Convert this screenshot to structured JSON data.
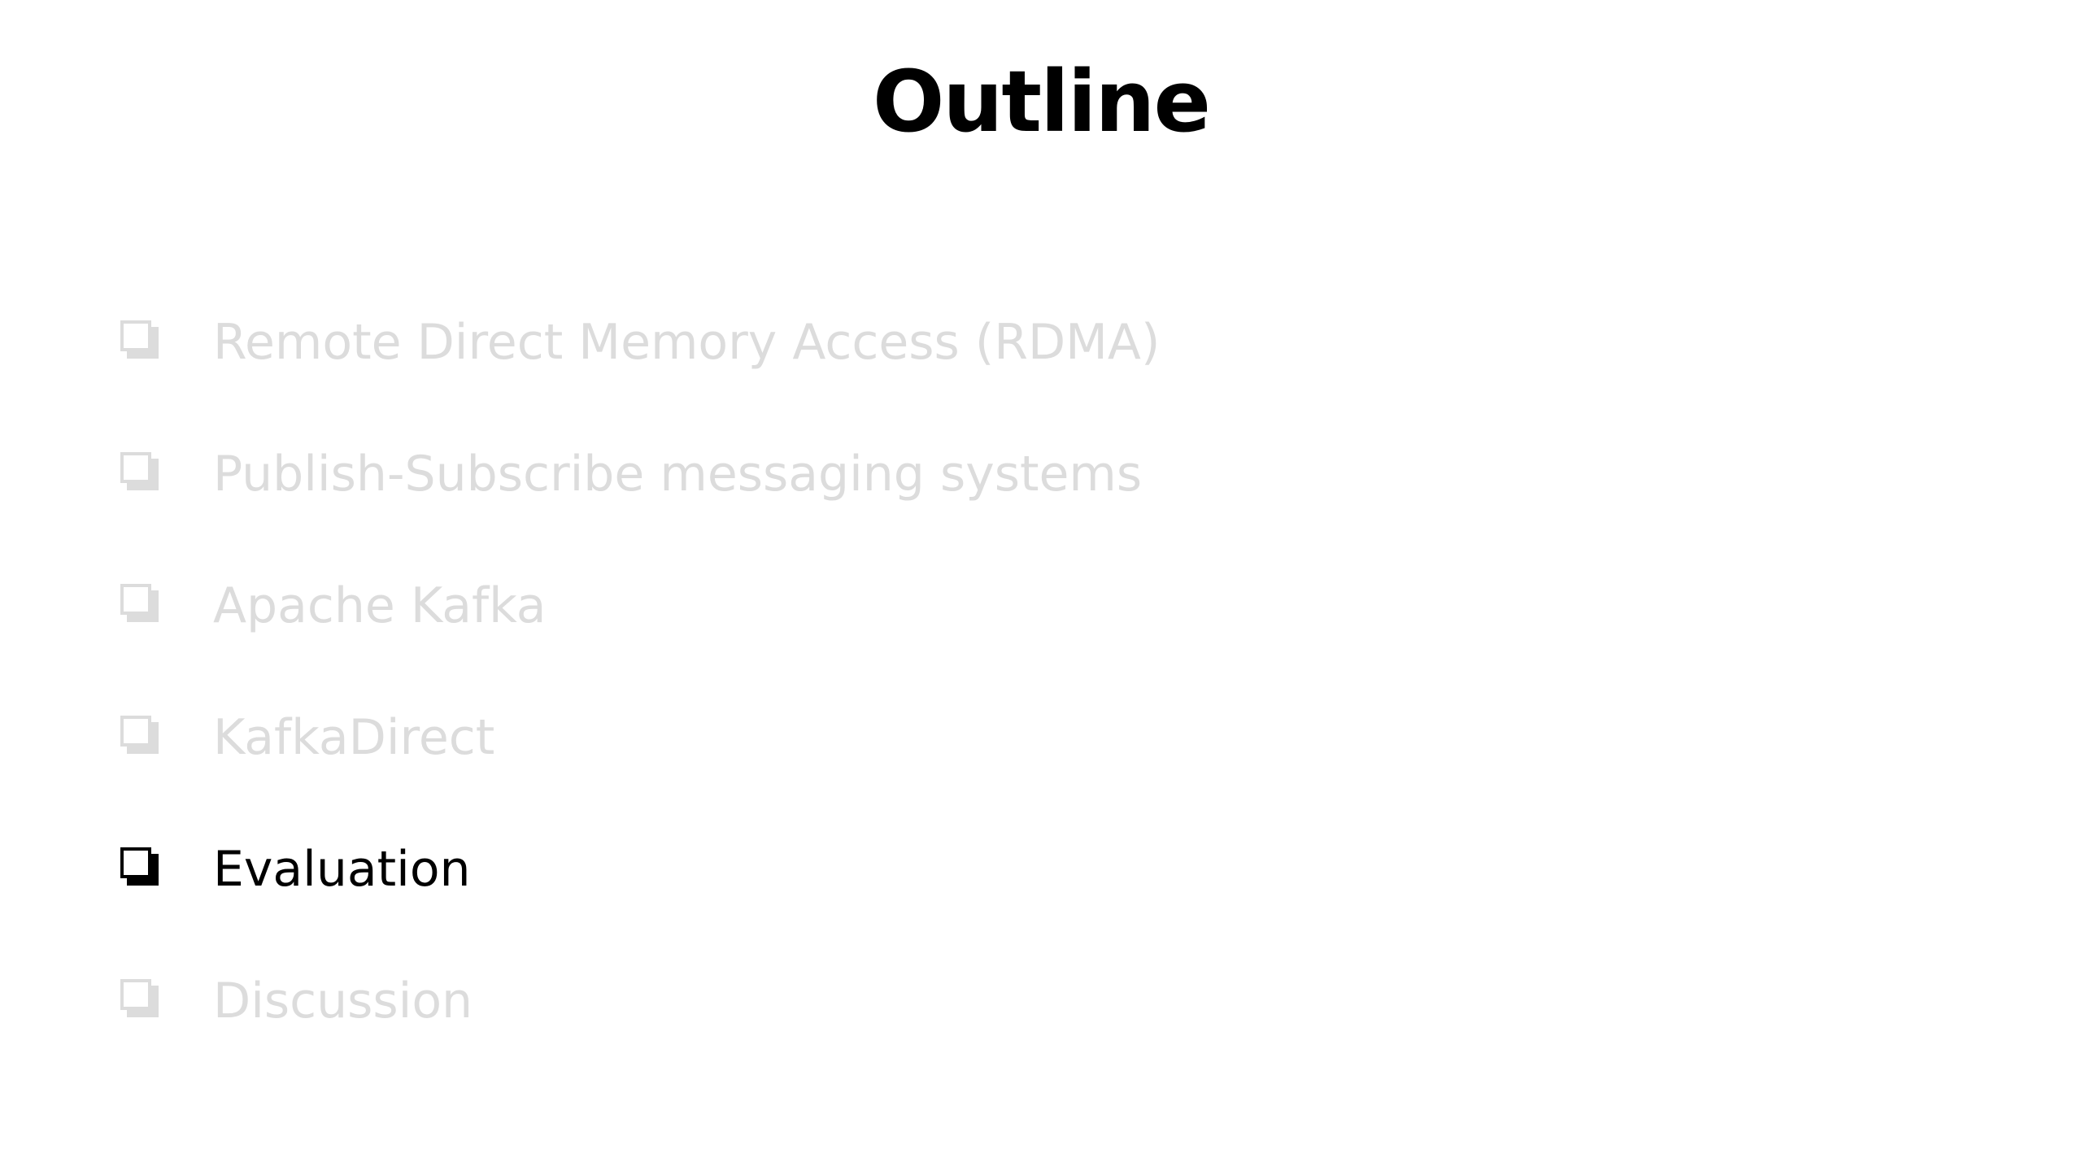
{
  "slide": {
    "title": "Outline",
    "items": [
      {
        "label": "Remote Direct Memory Access (RDMA)",
        "state": "dimmed",
        "icon": "checkbox-icon"
      },
      {
        "label": "Publish-Subscribe messaging systems",
        "state": "dimmed",
        "icon": "checkbox-icon"
      },
      {
        "label": "Apache Kafka",
        "state": "dimmed",
        "icon": "checkbox-icon"
      },
      {
        "label": "KafkaDirect",
        "state": "dimmed",
        "icon": "checkbox-icon"
      },
      {
        "label": "Evaluation",
        "state": "active",
        "icon": "checkbox-icon"
      },
      {
        "label": "Discussion",
        "state": "dimmed",
        "icon": "checkbox-icon"
      }
    ],
    "colors": {
      "active": "#000000",
      "dimmed": "#dcdcdc",
      "background": "#ffffff"
    }
  }
}
